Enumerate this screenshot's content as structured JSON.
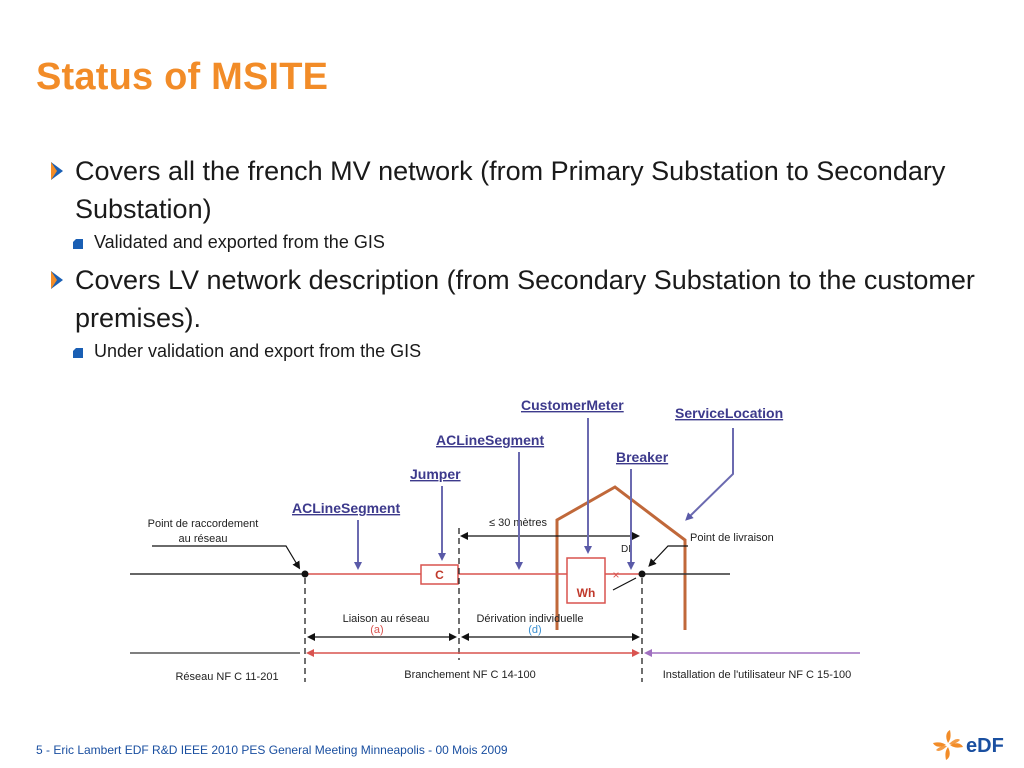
{
  "slide": {
    "title": "Status of MSITE",
    "bullets": [
      {
        "text": "Covers all the french MV network (from Primary Substation to Secondary Substation)",
        "sub": "Validated and exported from the GIS"
      },
      {
        "text": "Covers LV network description (from Secondary Substation to the customer premises).",
        "sub": "Under validation and export from the GIS"
      }
    ],
    "footer": "5 - Eric Lambert EDF R&D IEEE 2010 PES General Meeting Minneapolis - 00 Mois 2009",
    "logo_text": "eDF"
  },
  "diagram": {
    "callouts": {
      "customer_meter": "CustomerMeter",
      "service_location": "ServiceLocation",
      "acline_segment_right": "ACLineSegment",
      "breaker": "Breaker",
      "jumper": "Jumper",
      "acline_segment_left": "ACLineSegment"
    },
    "labels": {
      "point_raccordement_1": "Point de raccordement",
      "point_raccordement_2": "au réseau",
      "distance": "≤ 30 mètres",
      "di": "DI",
      "point_livraison": "Point de livraison",
      "jumper_box": "C",
      "meter_box": "Wh",
      "liaison": "Liaison au réseau",
      "liaison_ref": "(a)",
      "derivation": "Dérivation individuelle",
      "derivation_ref": "(d)",
      "reseau": "Réseau NF C 11-201",
      "branchement": "Branchement NF C 14-100",
      "installation": "Installation de l'utilisateur NF C 15-100"
    }
  },
  "colors": {
    "title": "#f28c28",
    "callout": "#3d3a8c",
    "arrow": "#6b6ab0",
    "line": "#d9534f",
    "house": "#c0683a",
    "purple_line": "#a070c0",
    "footer": "#1a4fa0",
    "bullet": "#1a5fb4"
  }
}
